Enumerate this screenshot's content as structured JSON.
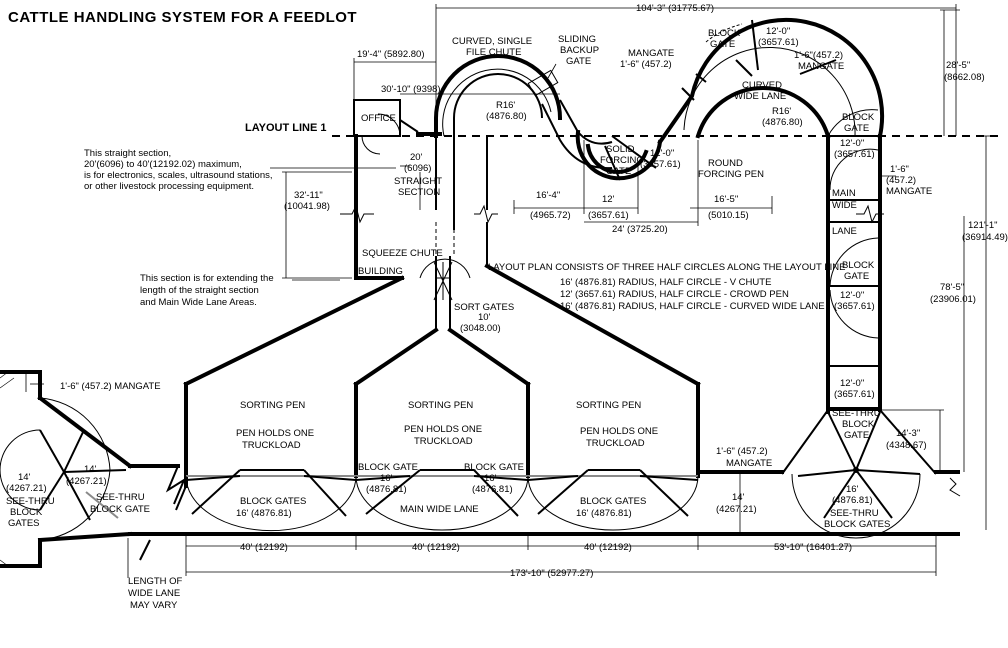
{
  "title": "CATTLE HANDLING SYSTEM FOR A FEEDLOT",
  "layout_line": "LAYOUT LINE 1",
  "office": "OFFICE",
  "building": "BUILDING",
  "squeeze_chute": "SQUEEZE CHUTE",
  "straight_section_note": [
    "This straight section,",
    "20'(6096) to 40'(12192.02) maximum,",
    "is for electronics, scales, ultrasound stations,",
    "or other livestock processing equipment."
  ],
  "extend_note": [
    "This section is for extending the",
    "length of the straight section",
    "and Main Wide Lane Areas."
  ],
  "straight_section_label": [
    "20'",
    "(6096)",
    "STRAIGHT",
    "SECTION"
  ],
  "curved_chute_label": [
    "CURVED, SINGLE",
    "FILE CHUTE"
  ],
  "sliding_gate_label": [
    "SLIDING",
    "BACKUP",
    "GATE"
  ],
  "mangate_top_label": [
    "MANGATE",
    "1'-6\" (457.2)"
  ],
  "block_gate_top_label": [
    "BLOCK",
    "GATE"
  ],
  "dim_12_0_top": [
    "12'-0\"",
    "(3657.61)"
  ],
  "mangate_right_top": [
    "1'-6\"(457.2)",
    "MANGATE"
  ],
  "curved_wide_lane": [
    "CURVED",
    "WIDE LANE"
  ],
  "r16_left": [
    "R16'",
    "(4876.80)"
  ],
  "r16_right": [
    "R16'",
    "(4876.80)"
  ],
  "solid_forcing_gate": [
    "SOLID",
    "FORCING",
    "GATE"
  ],
  "dim_12_0_mid": [
    "12'-0\"",
    "(3657.61)"
  ],
  "round_forcing_pen": [
    "ROUND",
    "FORCING PEN"
  ],
  "block_gate_right_top": [
    "BLOCK",
    "GATE"
  ],
  "dim_12_0_right": [
    "12'-0\"",
    "(3657.61)"
  ],
  "mangate_right": [
    "1'-6\"",
    "(457.2)",
    "MANGATE"
  ],
  "main_wide_lane_vert": [
    "MAIN",
    "WIDE",
    "LANE"
  ],
  "block_gate_right_mid": [
    "BLOCK",
    "GATE"
  ],
  "dim_12_0_right_mid": [
    "12'-0\"",
    "(3657.61)"
  ],
  "dim_12_0_right_low": [
    "12'-0\"",
    "(3657.61)"
  ],
  "see_thru_block_gate_right": [
    "SEE-THRU",
    "BLOCK",
    "GATE"
  ],
  "dim_104_3": "104'-3\" (31775.67)",
  "dim_19_4": "19'-4\" (5892.80)",
  "dim_30_10": "30'-10\" (9398)",
  "dim_32_11": [
    "32'-11\"",
    "(10041.98)"
  ],
  "dim_16_4": [
    "16'-4\"",
    "(4965.72)"
  ],
  "dim_12": [
    "12'",
    "(3657.61)"
  ],
  "dim_24": "24' (3725.20)",
  "dim_16_5": [
    "16'-5\"",
    "(5010.15)"
  ],
  "dim_28_5": [
    "28'-5\"",
    "(8662.08)"
  ],
  "dim_121_1": [
    "121'-1\"",
    "(36914.49)"
  ],
  "dim_78_5": [
    "78'-5\"",
    "(23906.01)"
  ],
  "dim_14_3": [
    "14'-3\"",
    "(4348.67)"
  ],
  "layout_plan": [
    "LAYOUT PLAN CONSISTS OF THREE HALF CIRCLES ALONG THE LAYOUT LINE",
    "16' (4876.81) RADIUS, HALF CIRCLE - V CHUTE",
    "12' (3657.61) RADIUS, HALF CIRCLE - CROWD PEN",
    "16' (4876.81) RADIUS, HALF CIRCLE - CURVED WIDE LANE"
  ],
  "sort_gates": [
    "SORT GATES",
    "10'",
    "(3048.00)"
  ],
  "sorting_pen": "SORTING PEN",
  "pen_holds": [
    "PEN HOLDS ONE",
    "TRUCKLOAD"
  ],
  "block_gates_16": [
    "BLOCK  GATES",
    "16' (4876.81)"
  ],
  "block_gate_16_left": [
    "BLOCK GATE",
    "16'",
    "(4876.81)"
  ],
  "block_gate_16_right": [
    "BLOCK GATE",
    "16'",
    "(4876.81)"
  ],
  "main_wide_lane": "MAIN WIDE LANE",
  "mangate_left": "1'-6\" (457.2) MANGATE",
  "left_14_a": [
    "14'",
    "(4267.21)"
  ],
  "left_14_b": [
    "14'",
    "(4267.21)"
  ],
  "see_thru_block_gates_left": [
    "SEE-THRU",
    "BLOCK",
    "GATES"
  ],
  "see_thru_block_gate_left": [
    "SEE-THRU",
    "BLOCK GATE"
  ],
  "mangate_bottom_right": [
    "1'-6\" (457.2)",
    "MANGATE"
  ],
  "dim_14_bottom": [
    "14'",
    "(4267.21)"
  ],
  "see_thru_16": [
    "16'",
    "(4876.81)",
    "SEE-THRU",
    "BLOCK GATES"
  ],
  "dim_40_a": "40' (12192)",
  "dim_40_b": "40' (12192)",
  "dim_40_c": "40' (12192)",
  "dim_53_10": "53'-10\" (16401.27)",
  "dim_173_10": "173'-10\" (52977.27)",
  "wide_lane_note": [
    "LENGTH OF",
    "WIDE LANE",
    "MAY VARY"
  ]
}
